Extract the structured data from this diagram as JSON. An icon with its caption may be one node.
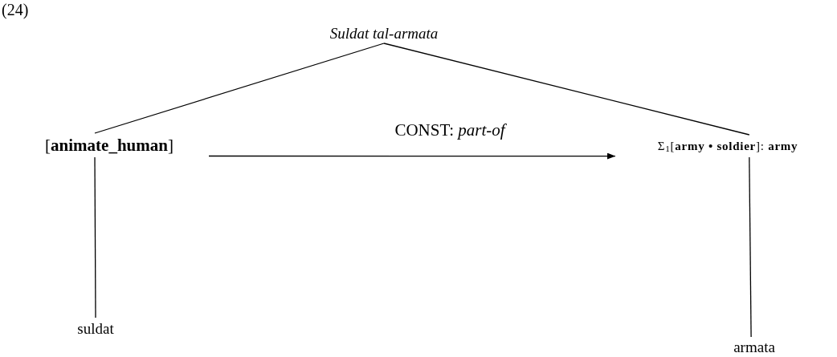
{
  "diagram": {
    "nodes": [
      {
        "text": [
          "Suldat tal-armata"
        ]
      },
      {
        "text": [
          "[**animate_human**]"
        ]
      },
      {
        "text": [
          "Σ$_{1}$[**army • soldier**]: **army**"
        ]
      },
      {
        "text": [
          "suldat"
        ]
      },
      {
        "text": [
          "armata"
        ]
      }
    ],
    "edges": [
      {
        "from": 0,
        "to": 1,
        "arrow": "none"
      },
      {
        "from": 0,
        "to": 2,
        "arrow": "none"
      },
      {
        "from": 1,
        "to": 2,
        "arrow": "to",
        "label": "CONST: *part-of*"
      },
      {
        "from": 1,
        "to": 3,
        "arrow": "none"
      },
      {
        "from": 2,
        "to": 4,
        "arrow": "none"
      }
    ],
    "labels": [
      "(24)"
    ]
  }
}
